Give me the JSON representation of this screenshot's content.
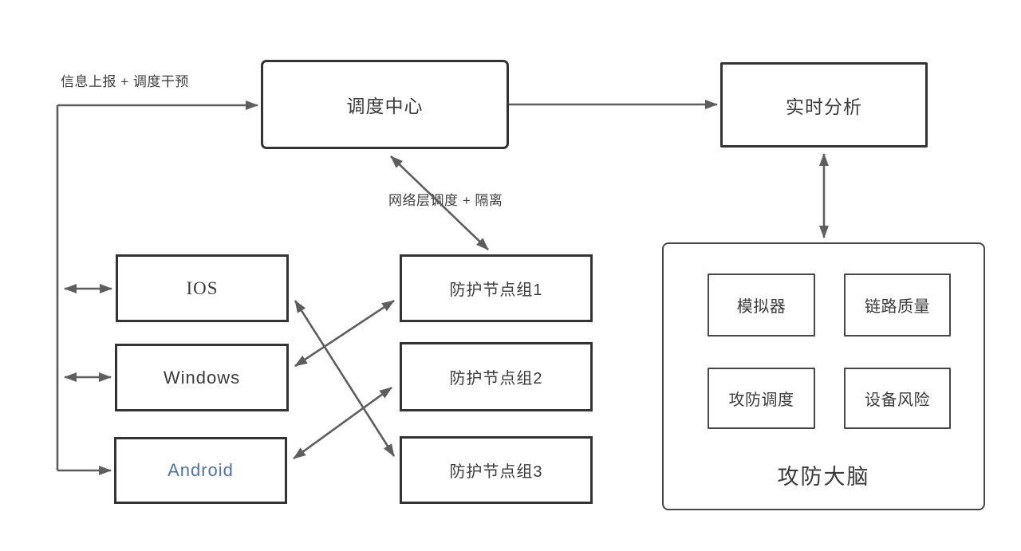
{
  "nodes": {
    "dispatch_center": "调度中心",
    "realtime_analysis": "实时分析",
    "ios": "IOS",
    "windows": "Windows",
    "android": "Android",
    "protect_group_1": "防护节点组1",
    "protect_group_2": "防护节点组2",
    "protect_group_3": "防护节点组3",
    "simulator": "模拟器",
    "link_quality": "链路质量",
    "attack_defense_dispatch": "攻防调度",
    "device_risk": "设备风险",
    "brain_title": "攻防大脑"
  },
  "edge_labels": {
    "info_report": "信息上报 + 调度干预",
    "network_dispatch": "网络层调度 + 隔离"
  },
  "colors": {
    "box_border": "#333333",
    "inner_border": "#474747",
    "arrow": "#5e5e5e",
    "text": "#3c3c3c",
    "android_text": "#4f74a0",
    "background": "#ffffff"
  }
}
